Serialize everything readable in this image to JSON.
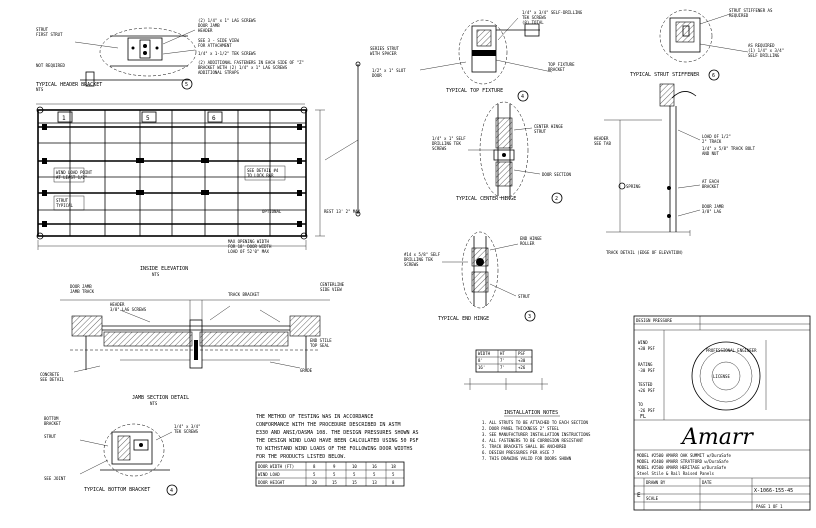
{
  "drawing": {
    "inside_elevation": {
      "title": "INSIDE ELEVATION",
      "scale": "NTS",
      "section_tags": [
        "1",
        "5",
        "6"
      ],
      "height_label": "REST 13' 2\" MAX",
      "notes": [
        "WIND LOAD POINT",
        "AT LEAST 1/2\"",
        "STRUT",
        "TYPICAL",
        "SEE DETAIL #4",
        "TO LOCK BAR",
        "OPTIONAL",
        "MAX OPENING WIDTH",
        "FOR 18' DOOR WIDTH",
        "LOAD OF 52'0\" MAX"
      ]
    },
    "typical_bracket": {
      "title": "TYPICAL HEADER BRACKET",
      "tag": "5",
      "notes": [
        "(2) 1/4\" x 1\" LAG SCREWS",
        "DOOR JAMB",
        "HEADER",
        "SEE 3 - SIDE VIEW",
        "FOR ATTACHMENT",
        "1/4\" x 1-1/2\" TEK SCREWS",
        "(2) ADDITIONAL FASTENERS IN EACH SIDE OF \"Z\"",
        "BRACKET WITH (2) 1/4\" x 1\" LAG SCREWS",
        "ADDITIONAL STRAPS"
      ],
      "left_notes": [
        "STRUT",
        "FIRST STRUT",
        "NOT REQUIRED"
      ]
    },
    "top_fixture": {
      "title": "TYPICAL TOP FIXTURE",
      "tag": "4",
      "notes": [
        "1/4\" x 3/4\" SELF-DRILLING",
        "TEK SCREWS",
        "(8) TOTAL",
        "TOP FIXTURE",
        "BRACKET",
        "1/2\" x 1\" SLOT",
        "DOOR"
      ]
    },
    "strut_stiffener": {
      "title": "TYPICAL STRUT STIFFENER",
      "tag": "6",
      "notes": [
        "STRUT STIFFENER AS",
        "REQUIRED",
        "AS REQUIRED",
        "(1) 1/4\" x 3/4\"",
        "SELF DRILLING"
      ]
    },
    "center_hinge": {
      "title": "TYPICAL CENTER HINGE",
      "tag": "2",
      "notes": [
        "1/4\" x 1\" SELF",
        "DRILLING TEK",
        "SCREWS",
        "CENTER HINGE",
        "STRUT",
        "DOOR SECTION"
      ]
    },
    "end_hinge": {
      "title": "TYPICAL END HINGE",
      "tag": "3",
      "notes": [
        "#14 x 5/8\" SELF",
        "DRILLING TEK",
        "SCREWS",
        "END HINGE",
        "ROLLER",
        "STRUT"
      ]
    },
    "track_detail": {
      "title": "TRACK DETAIL (EDGE OF ELEVATION)",
      "notes": [
        "LOAD OF 1/2\"",
        "2\" TRACK",
        "1/4\" x 5/8\" TRACK BOLT",
        "AND NUT",
        "AT EACH",
        "BRACKET",
        "DOOR JAMB",
        "3/8\" LAG"
      ]
    },
    "jamb_section": {
      "title": "JAMB SECTION DETAIL",
      "scale": "NTS",
      "notes": [
        "DOOR JAMB",
        "JAMB TRACK",
        "HEADER",
        "3/8\" LAG SCREWS",
        "TRACK BRACKET",
        "CENTERLINE",
        "SIDE VIEW",
        "END STILE",
        "TOP SEAL",
        "GRADE",
        "CONCRETE",
        "SEE DETAIL"
      ]
    },
    "bottom_bracket": {
      "title": "TYPICAL BOTTOM BRACKET",
      "tag": "4",
      "notes": [
        "BOTTOM",
        "BRACKET",
        "STRUT",
        "1/4\" x 3/4\"",
        "TEK SCREWS",
        "SEE JOINT"
      ]
    },
    "spec_note": {
      "lines": [
        "THE METHOD OF TESTING WAS IN ACCORDANCE",
        "CONFORMANCE WITH THE PROCEDURE DESCRIBED IN ASTM",
        "E330 AND ANSI/DASMA 108. THE DESIGN PRESSURES SHOWN AS",
        "THE DESIGN WIND LOAD HAVE BEEN CALCULATED USING 50 PSF",
        "TO WITHSTAND WIND LOADS OF THE FOLLOWING DOOR WIDTHS",
        "FOR THE PRODUCTS LISTED BELOW."
      ]
    },
    "wind_table": {
      "header": [
        "DOOR WIDTH (FT)",
        "8",
        "9",
        "10",
        "16",
        "18"
      ],
      "rows": [
        [
          "WIND LOAD",
          "5",
          "5",
          "5",
          "5",
          "5"
        ],
        [
          "DOOR HEIGHT",
          "20",
          "15",
          "15",
          "13",
          "8"
        ]
      ]
    },
    "small_table": {
      "header": [
        "WIDTH",
        "HT",
        "PSF"
      ],
      "rows": [
        [
          "8'",
          "7'",
          "+30"
        ],
        [
          "16'",
          "7'",
          "+26"
        ]
      ]
    },
    "installation_notes": {
      "title": "INSTALLATION NOTES",
      "lines": [
        "1. ALL STRUTS TO BE ATTACHED TO EACH SECTION",
        "2. DOOR PANEL THICKNESS 2\" STEEL",
        "3. SEE MANUFACTURER INSTALLATION INSTRUCTIONS",
        "4. ALL FASTENERS TO BE CORROSION RESISTANT",
        "5. TRACK BRACKETS SHALL BE ANCHORED",
        "6. DESIGN PRESSURES PER ASCE 7",
        "7. THIS DRAWING VALID FOR DOORS SHOWN"
      ]
    },
    "title_block": {
      "design_pressure": "DESIGN PRESSURE",
      "rows": [
        {
          "label": "WIND",
          "value": "+30 PSF"
        },
        {
          "label": "RATING",
          "value": "-30 PSF"
        },
        {
          "label": "TESTED",
          "value": "+26 PSF"
        },
        {
          "label": "TO",
          "value": "-26 PSF"
        }
      ],
      "seal_text": "PROFESSIONAL ENGINEER",
      "seal_center": "LICENSE",
      "state": "FL",
      "brand": "Amarr",
      "models": [
        "MODEL #2500 AMARR OAK SUMMIT w/DuraSafe",
        "MODEL #2400 AMARR STRATFORD w/DuraSafe",
        "MODEL #2500 AMARR HERITAGE w/DuraSafe",
        "Steel Stile & Rail Raised Panels"
      ],
      "rev": "E",
      "drawing_no": "X-1066-155-45",
      "sheet": "PAGE 1 OF 1",
      "drawn_by": "DRAWN BY",
      "date_label": "DATE",
      "scale_label": "SCALE"
    }
  }
}
